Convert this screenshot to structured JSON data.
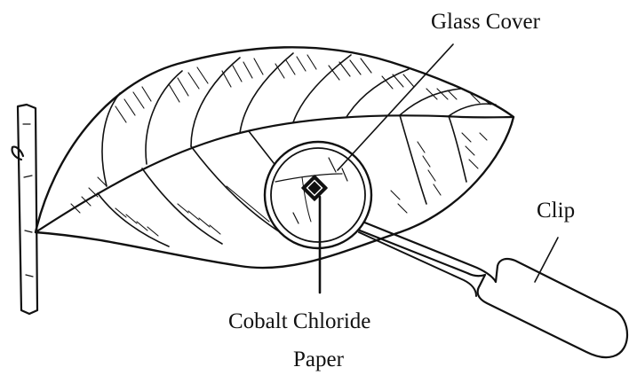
{
  "labels": {
    "glass_cover": "Glass Cover",
    "clip": "Clip",
    "cobalt_chloride_line1": "Cobalt Chloride",
    "cobalt_chloride_line2": "Paper"
  },
  "colors": {
    "ink": "#111111",
    "background": "#ffffff"
  }
}
